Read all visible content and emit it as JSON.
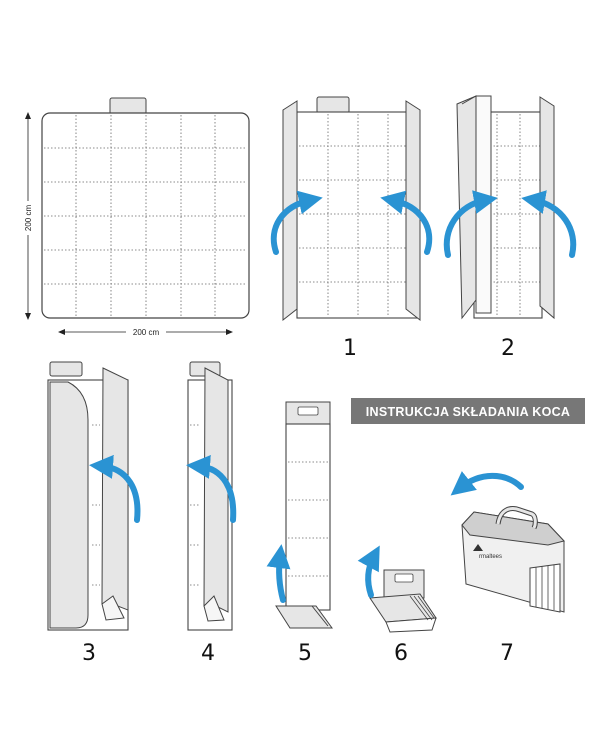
{
  "title": "INSTRUKCJA SKŁADANIA KOCA",
  "dimensions": {
    "width_label": "200 cm",
    "height_label": "200 cm"
  },
  "steps": [
    "1",
    "2",
    "3",
    "4",
    "5",
    "6",
    "7"
  ],
  "logo_text": "rmaltees",
  "colors": {
    "arrow": "#2a93d3",
    "banner": "#777777",
    "panel": "#e6e6e6",
    "line": "#444444"
  }
}
